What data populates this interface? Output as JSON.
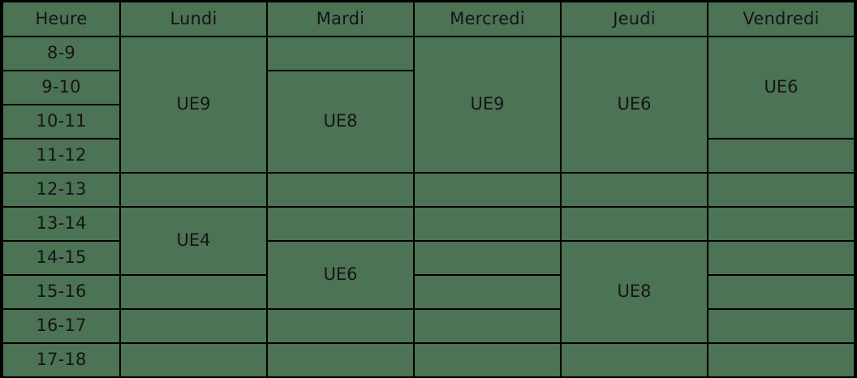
{
  "table": {
    "hour_column_label": "Heure",
    "days": [
      "Lundi",
      "Mardi",
      "Mercredi",
      "Jeudi",
      "Vendredi"
    ],
    "time_slots": [
      "8-9",
      "9-10",
      "10-11",
      "11-12",
      "12-13",
      "13-14",
      "14-15",
      "15-16",
      "16-17",
      "17-18"
    ],
    "colors": {
      "background": "#4c7354",
      "grid_line": "#000000",
      "event_green": "#d6e8d2",
      "event_blue": "#a4c7d1",
      "text": "#111111"
    },
    "events": [
      {
        "day": "Lundi",
        "label": "UE9",
        "start_slot": "8-9",
        "end_slot": "11-12",
        "row_start": 0,
        "row_span": 4,
        "color": "green"
      },
      {
        "day": "Lundi",
        "label": "UE4",
        "start_slot": "13-14",
        "end_slot": "14-15",
        "row_start": 5,
        "row_span": 2,
        "color": "blue"
      },
      {
        "day": "Mardi",
        "label": "UE8",
        "start_slot": "9-10",
        "end_slot": "11-12",
        "row_start": 1,
        "row_span": 3,
        "color": "green"
      },
      {
        "day": "Mardi",
        "label": "UE6",
        "start_slot": "14-15",
        "end_slot": "15-16",
        "row_start": 6,
        "row_span": 2,
        "color": "blue"
      },
      {
        "day": "Mercredi",
        "label": "UE9",
        "start_slot": "8-9",
        "end_slot": "11-12",
        "row_start": 0,
        "row_span": 4,
        "color": "green"
      },
      {
        "day": "Jeudi",
        "label": "UE6",
        "start_slot": "8-9",
        "end_slot": "11-12",
        "row_start": 0,
        "row_span": 4,
        "color": "blue"
      },
      {
        "day": "Jeudi",
        "label": "UE8",
        "start_slot": "14-15",
        "end_slot": "16-17",
        "row_start": 6,
        "row_span": 3,
        "color": "green"
      },
      {
        "day": "Vendredi",
        "label": "UE6",
        "start_slot": "8-9",
        "end_slot": "10-11",
        "row_start": 0,
        "row_span": 3,
        "color": "blue"
      }
    ]
  }
}
